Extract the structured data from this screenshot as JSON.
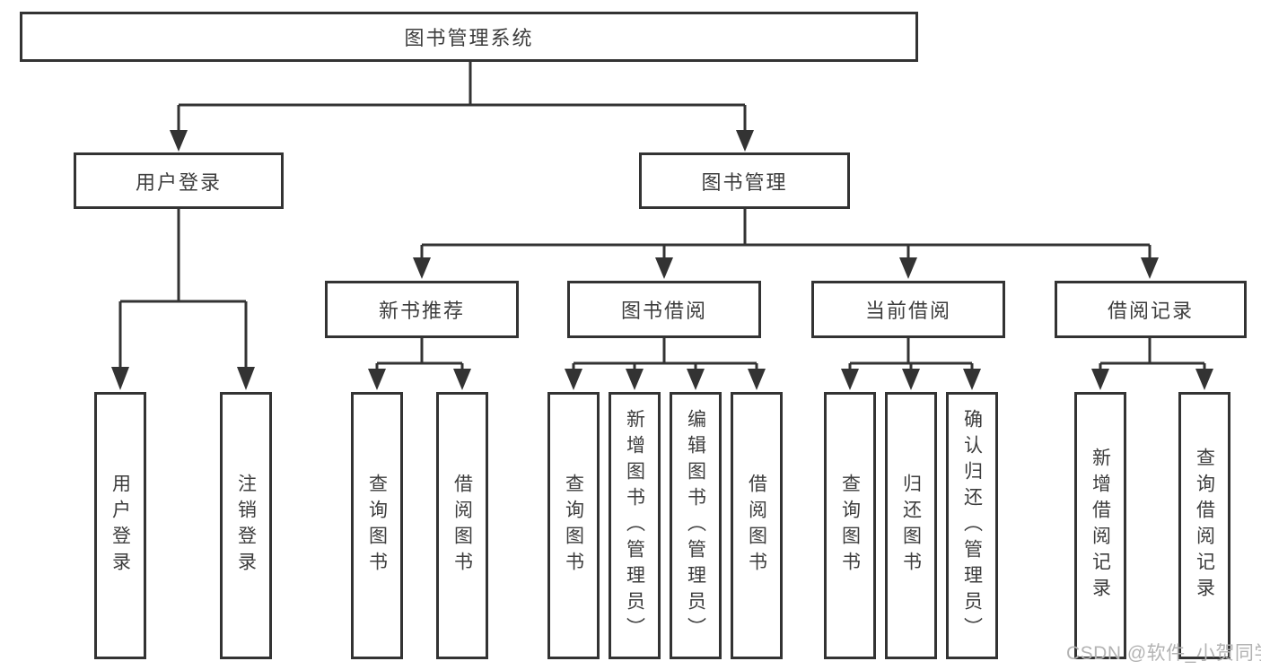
{
  "tree": {
    "label": "图书管理系统",
    "children": [
      {
        "label": "用户登录",
        "children": [
          {
            "label": "用户登录"
          },
          {
            "label": "注销登录"
          }
        ]
      },
      {
        "label": "图书管理",
        "children": [
          {
            "label": "新书推荐",
            "children": [
              {
                "label": "查询图书"
              },
              {
                "label": "借阅图书"
              }
            ]
          },
          {
            "label": "图书借阅",
            "children": [
              {
                "label": "查询图书"
              },
              {
                "label": "新增图书（管理员）"
              },
              {
                "label": "编辑图书（管理员）"
              },
              {
                "label": "借阅图书"
              }
            ]
          },
          {
            "label": "当前借阅",
            "children": [
              {
                "label": "查询图书"
              },
              {
                "label": "归还图书"
              },
              {
                "label": "确认归还（管理员）"
              }
            ]
          },
          {
            "label": "借阅记录",
            "children": [
              {
                "label": "新增借阅记录"
              },
              {
                "label": "查询借阅记录"
              }
            ]
          }
        ]
      }
    ]
  },
  "watermark": {
    "text": "CSDN @软件_小贺同学"
  },
  "colors": {
    "line": "#333333",
    "border": "#333333",
    "text": "#3d3d3d",
    "watermark": "#b3b3b3",
    "background": "#ffffff"
  }
}
